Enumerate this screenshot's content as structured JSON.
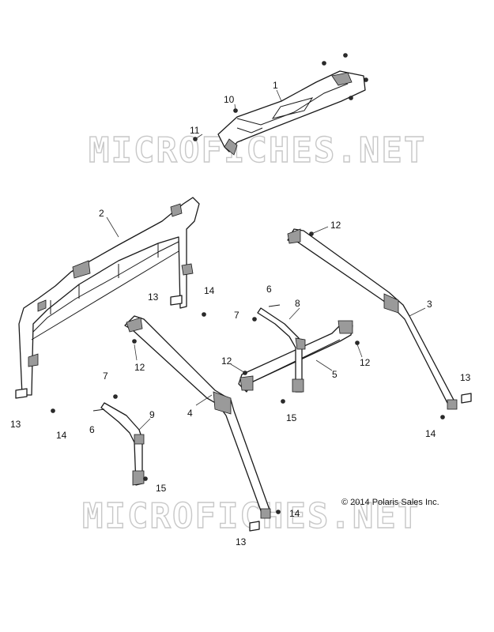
{
  "watermarks": [
    {
      "text": "MICROFICHES.NET"
    },
    {
      "text": "MICROFICHES.NET"
    }
  ],
  "copyright": "© 2014 Polaris Sales Inc.",
  "callouts": [
    {
      "id": "c1",
      "label": "1"
    },
    {
      "id": "c2",
      "label": "2"
    },
    {
      "id": "c3",
      "label": "3"
    },
    {
      "id": "c4",
      "label": "4"
    },
    {
      "id": "c5",
      "label": "5"
    },
    {
      "id": "c6a",
      "label": "6"
    },
    {
      "id": "c6b",
      "label": "6"
    },
    {
      "id": "c7a",
      "label": "7"
    },
    {
      "id": "c7b",
      "label": "7"
    },
    {
      "id": "c8",
      "label": "8"
    },
    {
      "id": "c9",
      "label": "9"
    },
    {
      "id": "c10",
      "label": "10"
    },
    {
      "id": "c11",
      "label": "11"
    },
    {
      "id": "c12a",
      "label": "12"
    },
    {
      "id": "c12b",
      "label": "12"
    },
    {
      "id": "c12c",
      "label": "12"
    },
    {
      "id": "c12d",
      "label": "12"
    },
    {
      "id": "c13a",
      "label": "13"
    },
    {
      "id": "c13b",
      "label": "13"
    },
    {
      "id": "c13c",
      "label": "13"
    },
    {
      "id": "c13d",
      "label": "13"
    },
    {
      "id": "c14a",
      "label": "14"
    },
    {
      "id": "c14b",
      "label": "14"
    },
    {
      "id": "c14c",
      "label": "14"
    },
    {
      "id": "c14d",
      "label": "14"
    },
    {
      "id": "c15a",
      "label": "15"
    },
    {
      "id": "c15b",
      "label": "15"
    }
  ]
}
